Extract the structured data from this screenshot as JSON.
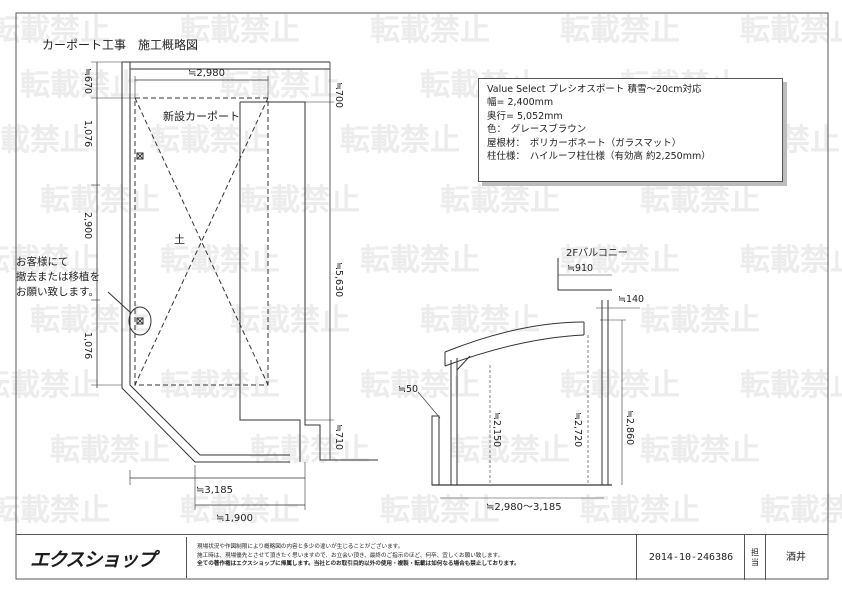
{
  "drawing_title": "カーポート工事　施工概略図",
  "carport_label": "新設カーポート",
  "soil_mark": "土",
  "customer_note": [
    "お客様にて",
    "撤去または移植を",
    "お願い致します。"
  ],
  "dimensions": {
    "top_width": "≒2,980",
    "left_670": "≒670",
    "left_1076_top": "1,076",
    "left_2900": "2,900",
    "left_1076_bottom": "1,076",
    "right_700": "≒700",
    "right_5630": "≒5,630",
    "right_710": "≒710",
    "bottom_3185": "≒3,185",
    "bottom_1900": "≒1,900",
    "side_balcony": "2Fバルコニー",
    "side_910": "≒910",
    "side_140": "≒140",
    "side_50": "≒50",
    "side_2150": "≒2,150",
    "side_2720": "≒2,720",
    "side_2860": "≒2,860",
    "side_width": "≒2,980～3,185"
  },
  "spec": [
    "Value Select プレシオスポート 積雪～20cm対応",
    "幅= 2,400mm",
    "奥行= 5,052mm",
    "色：　グレースブラウン",
    "屋根材：　ポリカーボネート（ガラスマット）",
    "柱仕様：　ハイルーフ柱仕様（有効高 約2,250mm）"
  ],
  "watermark_text": "転載禁止",
  "footer": {
    "logo": "エクスショップ",
    "notes": [
      "現場状況や作図制限により概略図の内容と多少の違いが生じることがございます。",
      "施工時は、現場優先とさせて頂きたく思いますので、お立会い頂き、最終のご指示のほど、何卒、宜しくお願い致します。",
      "全ての著作権はエクスショップに帰属します。当社とのお取引目的以外の使用・複製・転載は如何なる場合も禁止しております。"
    ],
    "doc_number": "2014-10-246386",
    "tanto_label_1": "担",
    "tanto_label_2": "当",
    "tanto_name": "酒井"
  }
}
